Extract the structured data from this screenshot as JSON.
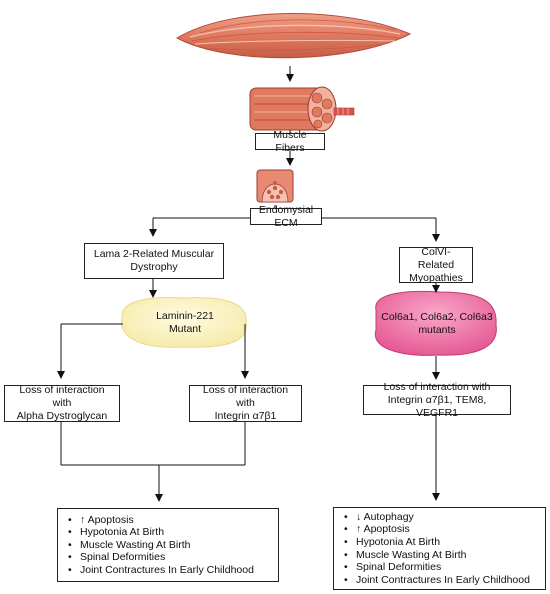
{
  "nodes": {
    "muscle_fibers": "Muscle Fibers",
    "endomysial_ecm": "Endomysial ECM",
    "lama2": "Lama 2-Related Muscular\nDystrophy",
    "colvi": "ColVI-Related\nMyopathies",
    "laminin": "Laminin-221\nMutant",
    "col6": "Col6a1, Col6a2, Col6a3\nmutants",
    "loss_alpha": "Loss of interaction with\nAlpha Dystroglycan",
    "loss_integrin": "Loss of interaction with\nIntegrin α7β1",
    "loss_integrin_tem8": "Loss of interaction with\nIntegrin α7β1, TEM8, VEGFR1"
  },
  "outcomes_left": [
    "↑ Apoptosis",
    "Hypotonia At Birth",
    "Muscle Wasting At Birth",
    "Spinal Deformities",
    "Joint Contractures In Early Childhood"
  ],
  "outcomes_right": [
    "↓ Autophagy",
    "↑ Apoptosis",
    "Hypotonia At Birth",
    "Muscle Wasting At Birth",
    "Spinal Deformities",
    "Joint Contractures In Early Childhood"
  ],
  "colors": {
    "muscle": "#e07a5f",
    "muscle_dark": "#b5493a",
    "laminin_fill": "#fbf4c4",
    "col6_fill": "#f06aa0"
  }
}
